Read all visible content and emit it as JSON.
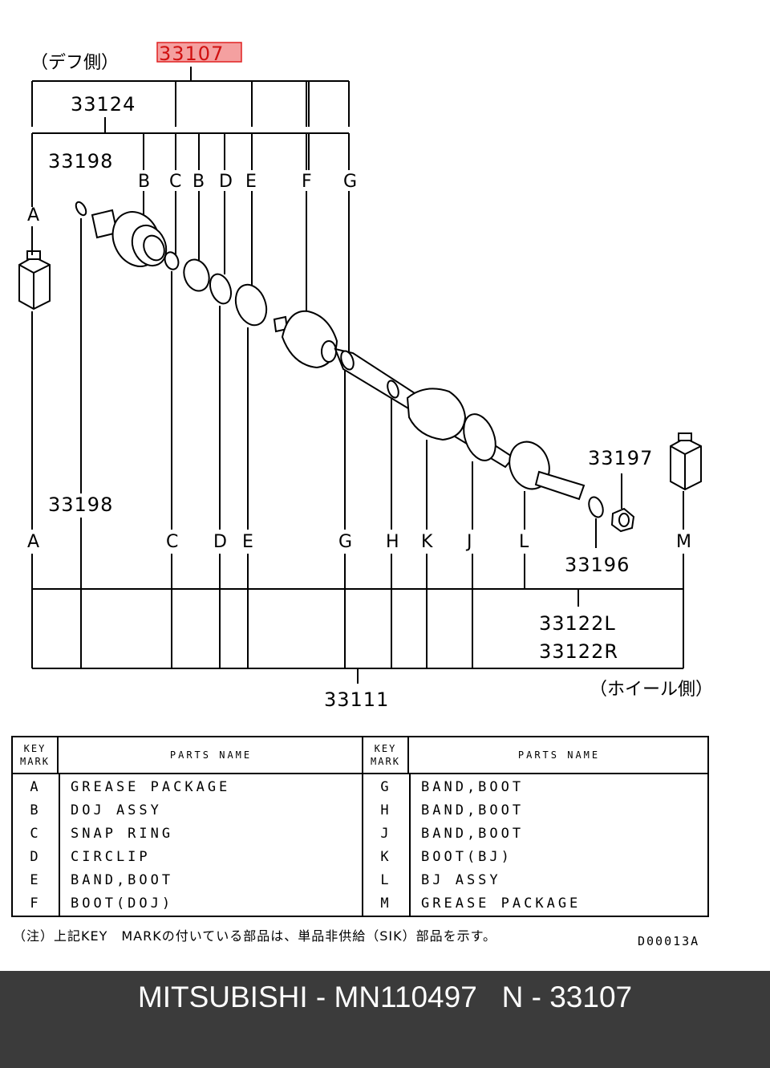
{
  "diagram": {
    "highlight_part": "33107",
    "side_label_diff": "（デフ側）",
    "side_label_wheel": "（ホイール側）",
    "part_numbers": {
      "p33124": "33124",
      "p33198_top": "33198",
      "p33198_bottom": "33198",
      "p33197": "33197",
      "p33196": "33196",
      "p33122L": "33122L",
      "p33122R": "33122R",
      "p33111": "33111"
    },
    "top_letters": [
      "B",
      "C",
      "B",
      "D",
      "E",
      "F",
      "G"
    ],
    "top_letter_A": "A",
    "bottom_letters": [
      "A",
      "C",
      "D",
      "E",
      "G",
      "H",
      "K",
      "J",
      "L",
      "M"
    ]
  },
  "table": {
    "header_key": [
      "KEY",
      "MARK"
    ],
    "header_name": "PARTS NAME",
    "left_rows": [
      {
        "key": "A",
        "name": "GREASE PACKAGE"
      },
      {
        "key": "B",
        "name": "DOJ ASSY"
      },
      {
        "key": "C",
        "name": "SNAP RING"
      },
      {
        "key": "D",
        "name": "CIRCLIP"
      },
      {
        "key": "E",
        "name": "BAND,BOOT"
      },
      {
        "key": "F",
        "name": "BOOT(DOJ)"
      }
    ],
    "right_rows": [
      {
        "key": "G",
        "name": "BAND,BOOT"
      },
      {
        "key": "H",
        "name": "BAND,BOOT"
      },
      {
        "key": "J",
        "name": "BAND,BOOT"
      },
      {
        "key": "K",
        "name": "BOOT(BJ)"
      },
      {
        "key": "L",
        "name": "BJ ASSY"
      },
      {
        "key": "M",
        "name": "GREASE PACKAGE"
      }
    ]
  },
  "note": "（注）上記KEY　MARKの付いている部品は、単品非供給（SIK）部品を示す。",
  "drawing_code": "D00013A",
  "footer": "MITSUBISHI - MN110497   N - 33107",
  "colors": {
    "highlight_fill": "#f4a0a0",
    "highlight_stroke": "#e02020",
    "footer_bg": "#3b3b3b"
  }
}
